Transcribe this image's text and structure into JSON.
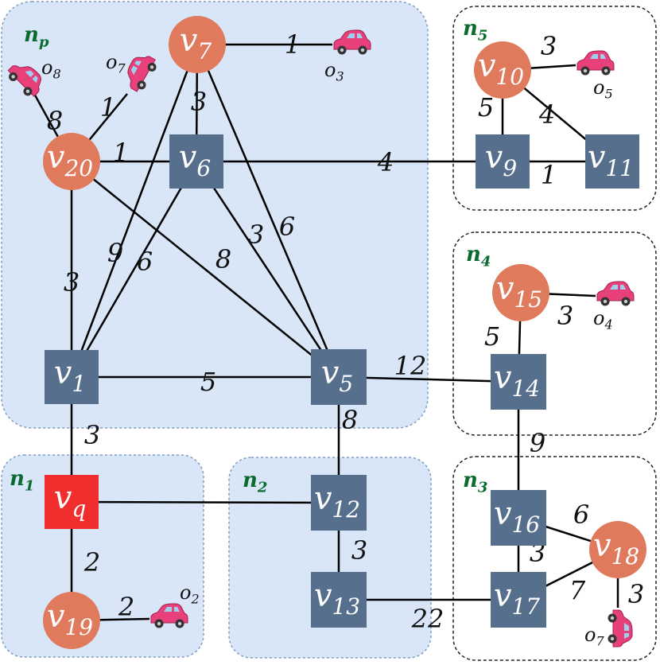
{
  "regions": {
    "np": {
      "main": "n",
      "sub": "p"
    },
    "n1": {
      "main": "n",
      "sub": "1"
    },
    "n2": {
      "main": "n",
      "sub": "2"
    },
    "n3": {
      "main": "n",
      "sub": "3"
    },
    "n4": {
      "main": "n",
      "sub": "4"
    },
    "n5": {
      "main": "n",
      "sub": "5"
    }
  },
  "nodes": {
    "v7": {
      "main": "v",
      "sub": "7"
    },
    "v20": {
      "main": "v",
      "sub": "20"
    },
    "v6": {
      "main": "v",
      "sub": "6"
    },
    "v1": {
      "main": "v",
      "sub": "1"
    },
    "v5": {
      "main": "v",
      "sub": "5"
    },
    "v10": {
      "main": "v",
      "sub": "10"
    },
    "v9": {
      "main": "v",
      "sub": "9"
    },
    "v11": {
      "main": "v",
      "sub": "11"
    },
    "v15": {
      "main": "v",
      "sub": "15"
    },
    "v14": {
      "main": "v",
      "sub": "14"
    },
    "vq": {
      "main": "v",
      "sub": "q"
    },
    "v19": {
      "main": "v",
      "sub": "19"
    },
    "v12": {
      "main": "v",
      "sub": "12"
    },
    "v13": {
      "main": "v",
      "sub": "13"
    },
    "v16": {
      "main": "v",
      "sub": "16"
    },
    "v17": {
      "main": "v",
      "sub": "17"
    },
    "v18": {
      "main": "v",
      "sub": "18"
    }
  },
  "edges": [
    {
      "from": "v7",
      "to": "o3",
      "w": "1"
    },
    {
      "from": "v7",
      "to": "v6",
      "w": "3"
    },
    {
      "from": "v7",
      "to": "v1",
      "w": "9"
    },
    {
      "from": "v7",
      "to": "v5",
      "w": "6"
    },
    {
      "from": "v20",
      "to": "o8",
      "w": "8"
    },
    {
      "from": "v20",
      "to": "o7a",
      "w": "1"
    },
    {
      "from": "v20",
      "to": "v6",
      "w": "1"
    },
    {
      "from": "v20",
      "to": "v1",
      "w": "3"
    },
    {
      "from": "v20",
      "to": "v5",
      "w": "8"
    },
    {
      "from": "v6",
      "to": "v9",
      "w": "4"
    },
    {
      "from": "v6",
      "to": "v1",
      "w": "6"
    },
    {
      "from": "v6",
      "to": "v5",
      "w": "3"
    },
    {
      "from": "v1",
      "to": "v5",
      "w": "5"
    },
    {
      "from": "v1",
      "to": "vq",
      "w": "3"
    },
    {
      "from": "v5",
      "to": "v14",
      "w": "12"
    },
    {
      "from": "v5",
      "to": "v12",
      "w": "8"
    },
    {
      "from": "v10",
      "to": "o5",
      "w": "3"
    },
    {
      "from": "v10",
      "to": "v9",
      "w": "5"
    },
    {
      "from": "v10",
      "to": "v11",
      "w": "4"
    },
    {
      "from": "v9",
      "to": "v11",
      "w": "1"
    },
    {
      "from": "v15",
      "to": "o4",
      "w": "3"
    },
    {
      "from": "v15",
      "to": "v14",
      "w": "5"
    },
    {
      "from": "v14",
      "to": "v16",
      "w": "9"
    },
    {
      "from": "vq",
      "to": "v12",
      "w": ""
    },
    {
      "from": "vq",
      "to": "v19",
      "w": "2"
    },
    {
      "from": "v19",
      "to": "o2",
      "w": "2"
    },
    {
      "from": "v12",
      "to": "v13",
      "w": "3"
    },
    {
      "from": "v13",
      "to": "v17",
      "w": "22"
    },
    {
      "from": "v16",
      "to": "v17",
      "w": "3"
    },
    {
      "from": "v16",
      "to": "v18",
      "w": "6"
    },
    {
      "from": "v17",
      "to": "v18",
      "w": "7"
    },
    {
      "from": "v18",
      "to": "o7b",
      "w": "3"
    }
  ],
  "cars": {
    "o8": {
      "main": "o",
      "sub": "8"
    },
    "o7a": {
      "main": "o",
      "sub": "7"
    },
    "o3": {
      "main": "o",
      "sub": "3"
    },
    "o5": {
      "main": "o",
      "sub": "5"
    },
    "o4": {
      "main": "o",
      "sub": "4"
    },
    "o2": {
      "main": "o",
      "sub": "2"
    },
    "o7b": {
      "main": "o",
      "sub": "7"
    }
  },
  "colors": {
    "circle_node": "#e07a5c",
    "square_node": "#566f8c",
    "query_node": "#f02e2e",
    "region_fill": "#d8e6f8",
    "region_border": "#7f9bc4",
    "dashed_border": "#222222",
    "region_label": "#0b6b2e",
    "car_body": "#e8407a"
  }
}
